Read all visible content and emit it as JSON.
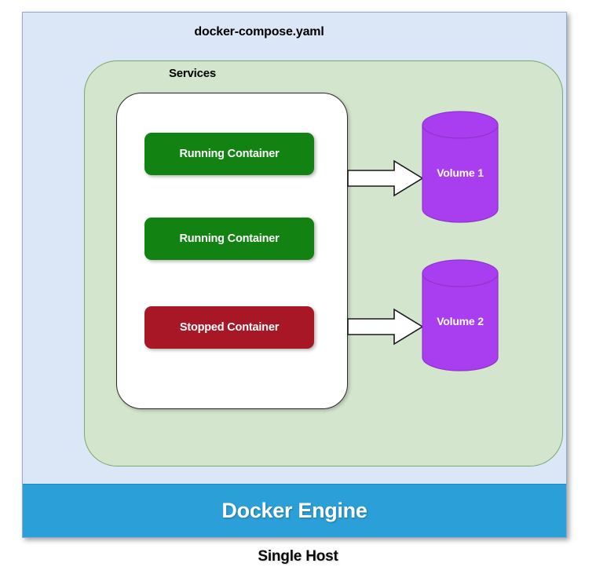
{
  "diagram": {
    "compose_file_label": "docker-compose.yaml",
    "services_label": "Services",
    "containers": [
      {
        "label": "Running Container",
        "state": "running",
        "color": "#128312"
      },
      {
        "label": "Running Container",
        "state": "running",
        "color": "#128312"
      },
      {
        "label": "Stopped Container",
        "state": "stopped",
        "color": "#a81726"
      }
    ],
    "volumes": [
      {
        "label": "Volume 1",
        "color": "#a83ef0"
      },
      {
        "label": "Volume 2",
        "color": "#a83ef0"
      }
    ],
    "arrows": [
      {
        "name": "container-to-volume-1"
      },
      {
        "name": "container-to-volume-2"
      }
    ],
    "engine": {
      "label": "Docker Engine",
      "color": "#2b9fd8"
    },
    "caption": "Single Host",
    "colors": {
      "host_background": "#dbe6f7",
      "services_background": "#d3e5cd",
      "containers_box_background": "#ffffff",
      "volume_fill": "#a83ef0",
      "engine_fill": "#2b9fd8",
      "running_container": "#128312",
      "stopped_container": "#a81726"
    }
  }
}
